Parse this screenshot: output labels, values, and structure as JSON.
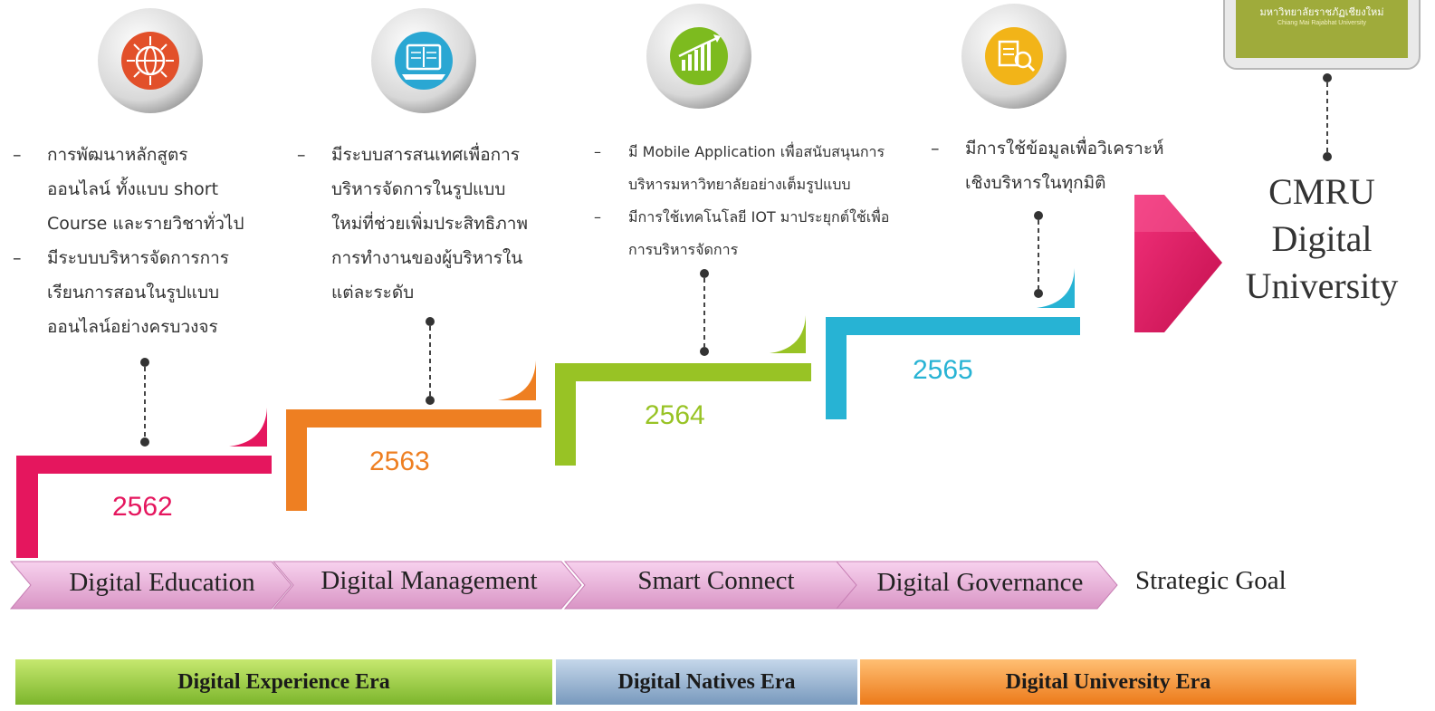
{
  "stages": [
    {
      "year": "2562",
      "color": "#e5165e",
      "goal": "Digital Education",
      "icon": "globe-network-icon",
      "icon_color": "#e2502a",
      "points": [
        [
          "การพัฒนาหลักสูตร",
          "ออนไลน์ ทั้งแบบ short",
          "Course และรายวิชาทั่วไป"
        ],
        [
          "มีระบบบริหารจัดการการ",
          "เรียนการสอนในรูปแบบ",
          "ออนไลน์อย่างครบวงจร"
        ]
      ]
    },
    {
      "year": "2563",
      "color": "#ee7f22",
      "goal": "Digital Management",
      "icon": "laptop-icon",
      "icon_color": "#2aa7d3",
      "points": [
        [
          "มีระบบสารสนเทศเพื่อการ",
          "บริหารจัดการในรูปแบบ",
          "ใหม่ที่ช่วยเพิ่มประสิทธิภาพ",
          "การทำงานของผู้บริหารใน",
          "แต่ละระดับ"
        ]
      ]
    },
    {
      "year": "2564",
      "color": "#98c325",
      "goal": "Smart Connect",
      "icon": "growth-chart-icon",
      "icon_color": "#7dbb1f",
      "points": [
        [
          "มี Mobile Application เพื่อสนับสนุนการ",
          "บริหารมหาวิทยาลัยอย่างเต็มรูปแบบ"
        ],
        [
          "มีการใช้เทคโนโลยี IOT  มาประยุกต์ใช้เพื่อ",
          "การบริหารจัดการ"
        ]
      ]
    },
    {
      "year": "2565",
      "color": "#27b3d4",
      "goal": "Digital Governance",
      "icon": "data-analysis-icon",
      "icon_color": "#f2b418",
      "points": [
        [
          "มีการใช้ข้อมูลเพื่อวิเคราะห์",
          "เชิงบริหารในทุกมิติ"
        ]
      ]
    }
  ],
  "strategic_goal_label": "Strategic Goal",
  "goal_icon": "cmru-logo",
  "cmru_lines": [
    "CMRU",
    "Digital",
    "University"
  ],
  "logo_text": "มหาวิทยาลัยราชภัฏเชียงใหม่",
  "logo_subtext": "Chiang Mai Rajabhat University",
  "eras": [
    {
      "label": "Digital Experience Era",
      "color": "#8cc63f"
    },
    {
      "label": "Digital Natives Era",
      "color": "#8aa9c8"
    },
    {
      "label": "Digital University Era",
      "color": "#f48a22"
    }
  ]
}
